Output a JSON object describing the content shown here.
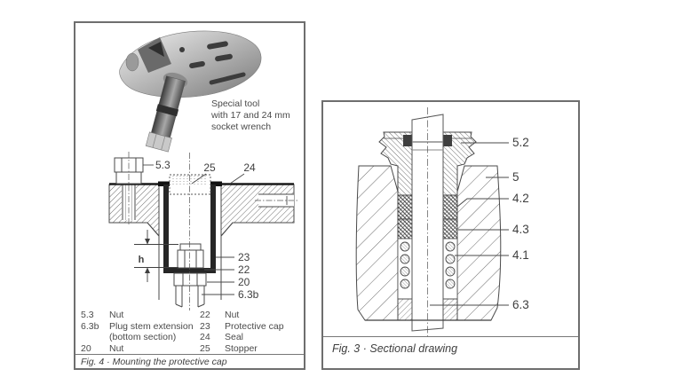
{
  "window": {
    "background": "#ffffff"
  },
  "colors": {
    "line": "#4a4a4a",
    "ink": "#3f3f3f",
    "border": "#6e6e6e",
    "seal": "#1a1a1a"
  },
  "fig4": {
    "photo_note": [
      "Special tool",
      "with 17 and 24 mm",
      "socket wrench"
    ],
    "callouts": {
      "c53": "5.3",
      "c25": "25",
      "c24": "24",
      "h": "h",
      "c23": "23",
      "c22": "22",
      "c20": "20",
      "c63b": "6.3b"
    },
    "legend": {
      "col1": [
        {
          "num": "5.3",
          "label": "Nut"
        },
        {
          "num": "6.3b",
          "label": "Plug stem extension",
          "label2": "(bottom section)"
        },
        {
          "num": "20",
          "label": "Nut"
        }
      ],
      "col2": [
        {
          "num": "22",
          "label": "Nut"
        },
        {
          "num": "23",
          "label": "Protective cap"
        },
        {
          "num": "24",
          "label": "Seal"
        },
        {
          "num": "25",
          "label": "Stopper"
        }
      ]
    },
    "caption": "Fig. 4 · Mounting the protective cap"
  },
  "fig3": {
    "callouts": {
      "c52": "5.2",
      "c5": "5",
      "c42": "4.2",
      "c43": "4.3",
      "c41": "4.1",
      "c63": "6.3"
    },
    "caption": "Fig. 3 · Sectional drawing"
  }
}
